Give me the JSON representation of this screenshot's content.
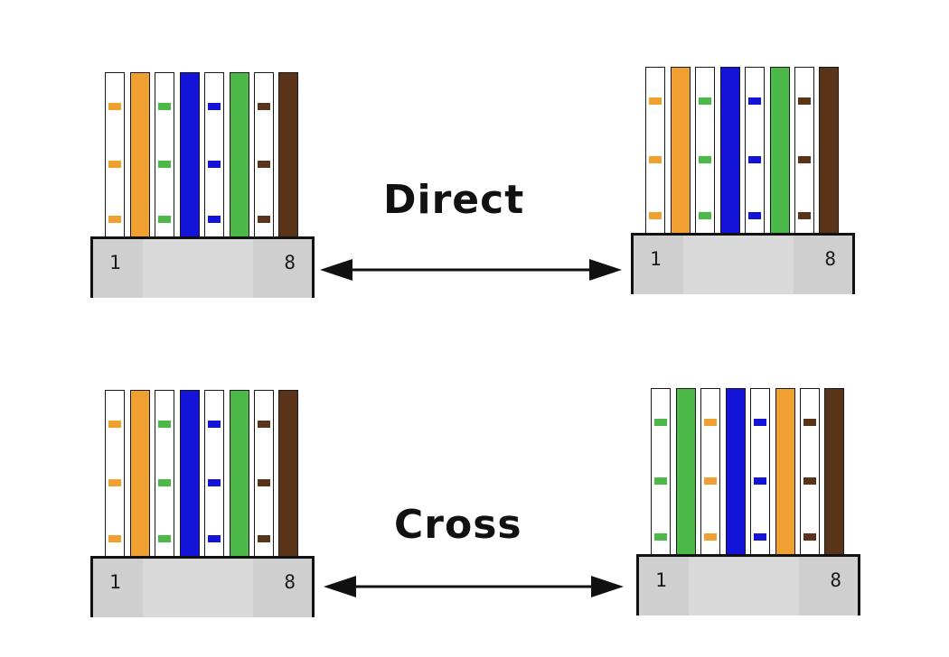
{
  "colors": {
    "orange": "#f0a030",
    "green": "#4cb848",
    "blue": "#1414d8",
    "brown": "#5a3418",
    "white": "#ffffff"
  },
  "pin_labels": {
    "first": "1",
    "last": "8"
  },
  "direct": {
    "label": "Direct",
    "left_connector": [
      {
        "base": "white",
        "stripe": "orange"
      },
      {
        "base": "orange",
        "stripe": null
      },
      {
        "base": "white",
        "stripe": "green"
      },
      {
        "base": "blue",
        "stripe": null
      },
      {
        "base": "white",
        "stripe": "blue"
      },
      {
        "base": "green",
        "stripe": null
      },
      {
        "base": "white",
        "stripe": "brown"
      },
      {
        "base": "brown",
        "stripe": null
      }
    ],
    "right_connector": [
      {
        "base": "white",
        "stripe": "orange"
      },
      {
        "base": "orange",
        "stripe": null
      },
      {
        "base": "white",
        "stripe": "green"
      },
      {
        "base": "blue",
        "stripe": null
      },
      {
        "base": "white",
        "stripe": "blue"
      },
      {
        "base": "green",
        "stripe": null
      },
      {
        "base": "white",
        "stripe": "brown"
      },
      {
        "base": "brown",
        "stripe": null
      }
    ]
  },
  "cross": {
    "label": "Cross",
    "left_connector": [
      {
        "base": "white",
        "stripe": "orange"
      },
      {
        "base": "orange",
        "stripe": null
      },
      {
        "base": "white",
        "stripe": "green"
      },
      {
        "base": "blue",
        "stripe": null
      },
      {
        "base": "white",
        "stripe": "blue"
      },
      {
        "base": "green",
        "stripe": null
      },
      {
        "base": "white",
        "stripe": "brown"
      },
      {
        "base": "brown",
        "stripe": null
      }
    ],
    "right_connector": [
      {
        "base": "white",
        "stripe": "green"
      },
      {
        "base": "green",
        "stripe": null
      },
      {
        "base": "white",
        "stripe": "orange"
      },
      {
        "base": "blue",
        "stripe": null
      },
      {
        "base": "white",
        "stripe": "blue"
      },
      {
        "base": "orange",
        "stripe": null
      },
      {
        "base": "white",
        "stripe": "brown"
      },
      {
        "base": "brown",
        "stripe": null
      }
    ]
  }
}
